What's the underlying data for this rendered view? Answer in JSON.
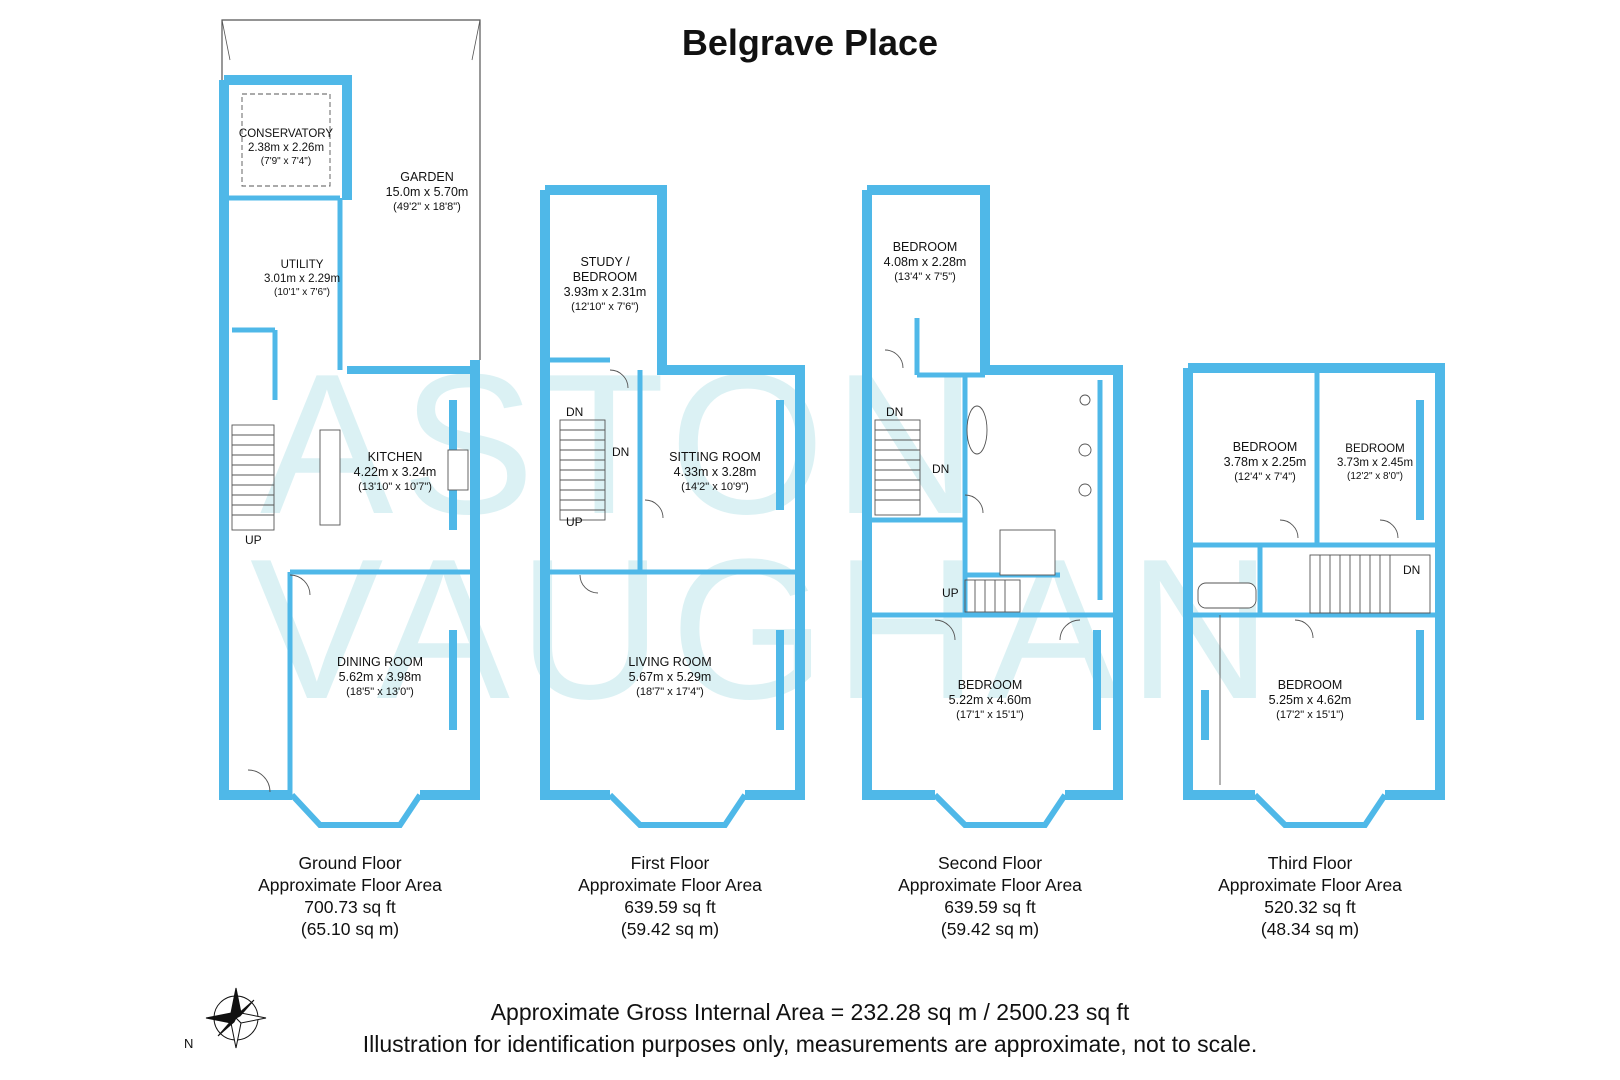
{
  "title": "Belgrave Place",
  "watermark": {
    "line1": "ASTON",
    "line2": "VAUGHAN"
  },
  "rooms": {
    "conservatory": {
      "name": "CONSERVATORY",
      "metric": "2.38m x 2.26m",
      "imperial": "(7'9\" x 7'4\")"
    },
    "garden": {
      "name": "GARDEN",
      "metric": "15.0m x 5.70m",
      "imperial": "(49'2\" x 18'8\")"
    },
    "utility": {
      "name": "UTILITY",
      "metric": "3.01m x 2.29m",
      "imperial": "(10'1\" x 7'6\")"
    },
    "kitchen": {
      "name": "KITCHEN",
      "metric": "4.22m x 3.24m",
      "imperial": "(13'10\" x 10'7\")"
    },
    "dining": {
      "name": "DINING ROOM",
      "metric": "5.62m x 3.98m",
      "imperial": "(18'5\" x 13'0\")"
    },
    "study": {
      "name": "STUDY /",
      "name2": "BEDROOM",
      "metric": "3.93m x 2.31m",
      "imperial": "(12'10\" x 7'6\")"
    },
    "sitting": {
      "name": "SITTING ROOM",
      "metric": "4.33m x 3.28m",
      "imperial": "(14'2\" x 10'9\")"
    },
    "living": {
      "name": "LIVING ROOM",
      "metric": "5.67m x 5.29m",
      "imperial": "(18'7\" x 17'4\")"
    },
    "bed2a": {
      "name": "BEDROOM",
      "metric": "4.08m x 2.28m",
      "imperial": "(13'4\" x 7'5\")"
    },
    "bed2b": {
      "name": "BEDROOM",
      "metric": "5.22m x 4.60m",
      "imperial": "(17'1\" x 15'1\")"
    },
    "bed3a": {
      "name": "BEDROOM",
      "metric": "3.78m x 2.25m",
      "imperial": "(12'4\" x 7'4\")"
    },
    "bed3b": {
      "name": "BEDROOM",
      "metric": "3.73m x 2.45m",
      "imperial": "(12'2\" x 8'0\")"
    },
    "bed3c": {
      "name": "BEDROOM",
      "metric": "5.25m x 4.62m",
      "imperial": "(17'2\" x 15'1\")"
    }
  },
  "markers": {
    "up": "UP",
    "dn": "DN"
  },
  "floors": [
    {
      "name": "Ground Floor",
      "label": "Approximate Floor Area",
      "sqft": "700.73 sq ft",
      "sqm": "(65.10 sq m)"
    },
    {
      "name": "First Floor",
      "label": "Approximate Floor Area",
      "sqft": "639.59 sq ft",
      "sqm": "(59.42 sq m)"
    },
    {
      "name": "Second Floor",
      "label": "Approximate Floor Area",
      "sqft": "639.59 sq ft",
      "sqm": "(59.42 sq m)"
    },
    {
      "name": "Third Floor",
      "label": "Approximate Floor Area",
      "sqft": "520.32 sq ft",
      "sqm": "(48.34 sq m)"
    }
  ],
  "footer": {
    "gross": "Approximate Gross Internal Area = 232.28 sq m / 2500.23 sq ft",
    "disclaimer": "Illustration for identification purposes only, measurements are approximate, not to scale."
  },
  "compass": {
    "north": "N"
  },
  "colors": {
    "wall": "#4fb8e8",
    "watermark": "#5fc3cf",
    "line": "#555555"
  }
}
